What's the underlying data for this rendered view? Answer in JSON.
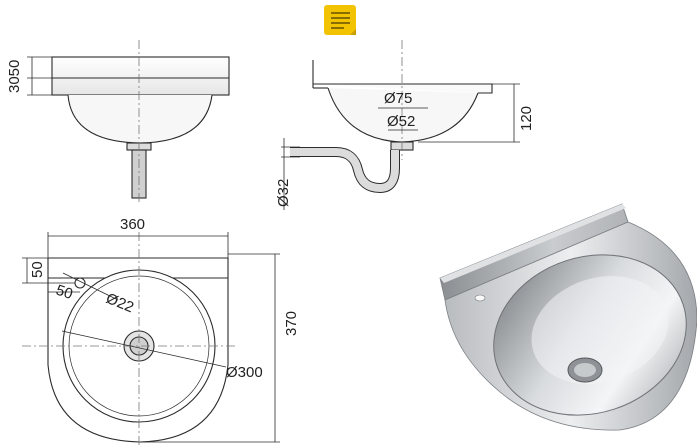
{
  "app_icon": {
    "name": "notes-icon",
    "color": "#f2c300",
    "line_color": "#8a6d00"
  },
  "colors": {
    "line": "#2b2b2b",
    "dim_line": "#555555",
    "steel_dark": "#8c8f93",
    "steel_light": "#eef0f2"
  },
  "drawing": {
    "top_left_view": {
      "dim_height": "3050"
    },
    "side_view": {
      "dim_outer_diameter": "Ø75",
      "dim_inner_diameter": "Ø52",
      "dim_height": "120",
      "dim_trap_diameter": "Ø32"
    },
    "plan_view": {
      "dim_width": "360",
      "dim_depth": "370",
      "dim_offset_top": "50",
      "dim_offset_inner": "50",
      "dim_hole_diameter": "Ø22",
      "dim_bowl_diameter": "Ø300"
    }
  }
}
